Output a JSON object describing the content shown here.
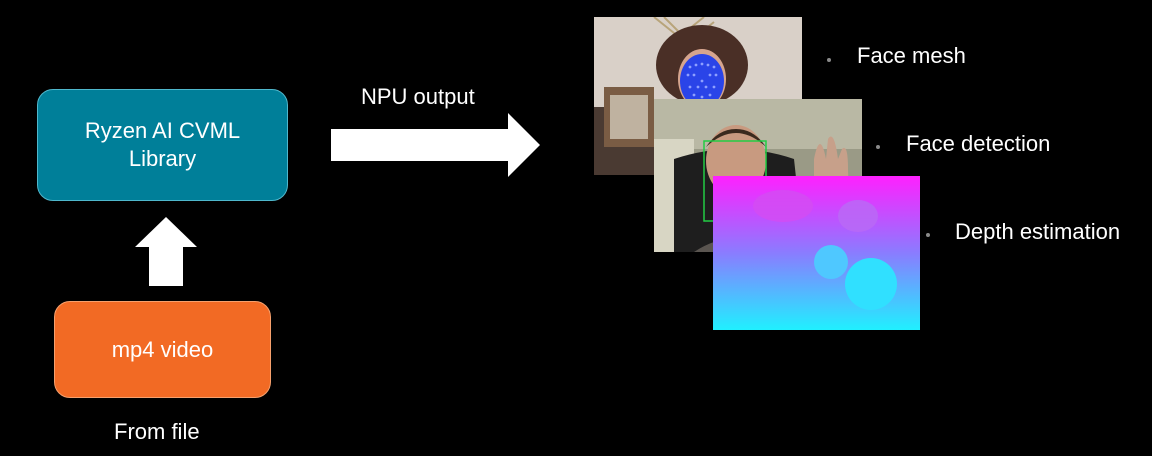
{
  "blocks": {
    "cvml_library": "Ryzen AI CVML Library",
    "mp4_video": "mp4 video",
    "from_file": "From file"
  },
  "arrow_label": "NPU output",
  "outputs": [
    {
      "label": "Face mesh"
    },
    {
      "label": "Face detection"
    },
    {
      "label": "Depth estimation"
    }
  ],
  "colors": {
    "background": "#000000",
    "cvml_block": "#007f99",
    "mp4_block": "#f26a24",
    "arrows": "#ffffff",
    "face_mesh_dots": "#2040ff",
    "detection_box": "#22cc44",
    "depth_map_top": "#ff20ff",
    "depth_map_bottom": "#20f0ff"
  },
  "icons": {
    "up_arrow": "arrow-up-icon",
    "right_arrow": "arrow-right-icon"
  }
}
